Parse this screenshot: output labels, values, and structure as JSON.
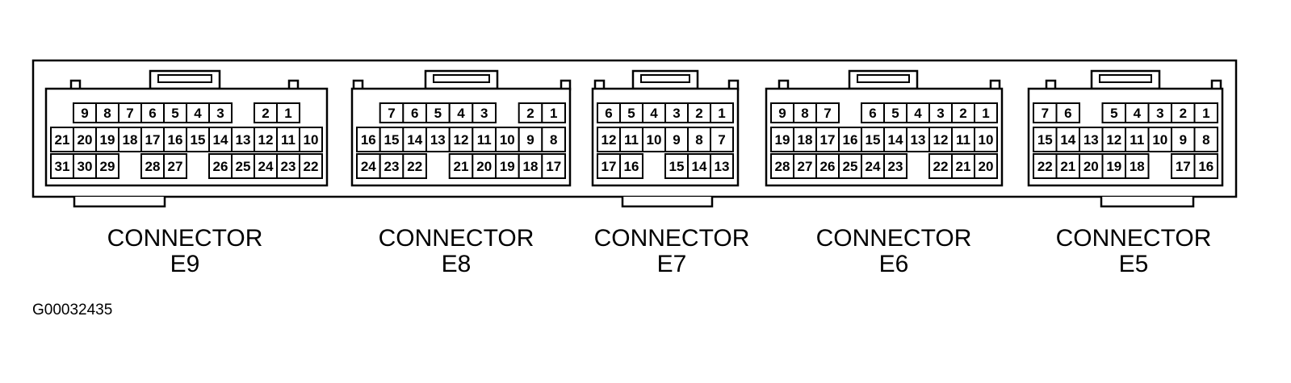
{
  "connectors": [
    {
      "label_line1": "CONNECTOR",
      "label_line2": "E9",
      "rows": [
        [
          "",
          "9",
          "8",
          "7",
          "6",
          "5",
          "4",
          "3",
          "",
          "2",
          "1",
          ""
        ],
        [
          "21",
          "20",
          "19",
          "18",
          "17",
          "16",
          "15",
          "14",
          "13",
          "12",
          "11",
          "10"
        ],
        [
          "31",
          "30",
          "29",
          "",
          "28",
          "27",
          "",
          "26",
          "25",
          "24",
          "23",
          "22"
        ]
      ]
    },
    {
      "label_line1": "CONNECTOR",
      "label_line2": "E8",
      "rows": [
        [
          "",
          "7",
          "6",
          "5",
          "4",
          "3",
          "",
          "2",
          "1"
        ],
        [
          "16",
          "15",
          "14",
          "13",
          "12",
          "11",
          "10",
          "9",
          "8"
        ],
        [
          "24",
          "23",
          "22",
          "",
          "21",
          "20",
          "19",
          "18",
          "17"
        ]
      ]
    },
    {
      "label_line1": "CONNECTOR",
      "label_line2": "E7",
      "rows": [
        [
          "6",
          "5",
          "4",
          "3",
          "2",
          "1"
        ],
        [
          "12",
          "11",
          "10",
          "9",
          "8",
          "7"
        ],
        [
          "17",
          "16",
          "",
          "15",
          "14",
          "13"
        ]
      ]
    },
    {
      "label_line1": "CONNECTOR",
      "label_line2": "E6",
      "rows": [
        [
          "9",
          "8",
          "7",
          "",
          "6",
          "5",
          "4",
          "3",
          "2",
          "1"
        ],
        [
          "19",
          "18",
          "17",
          "16",
          "15",
          "14",
          "13",
          "12",
          "11",
          "10"
        ],
        [
          "28",
          "27",
          "26",
          "25",
          "24",
          "23",
          "",
          "22",
          "21",
          "20"
        ]
      ]
    },
    {
      "label_line1": "CONNECTOR",
      "label_line2": "E5",
      "rows": [
        [
          "7",
          "6",
          "",
          "5",
          "4",
          "3",
          "2",
          "1"
        ],
        [
          "15",
          "14",
          "13",
          "12",
          "11",
          "10",
          "9",
          "8"
        ],
        [
          "22",
          "21",
          "20",
          "19",
          "18",
          "",
          "17",
          "16"
        ]
      ]
    }
  ],
  "figure_id": "G00032435"
}
